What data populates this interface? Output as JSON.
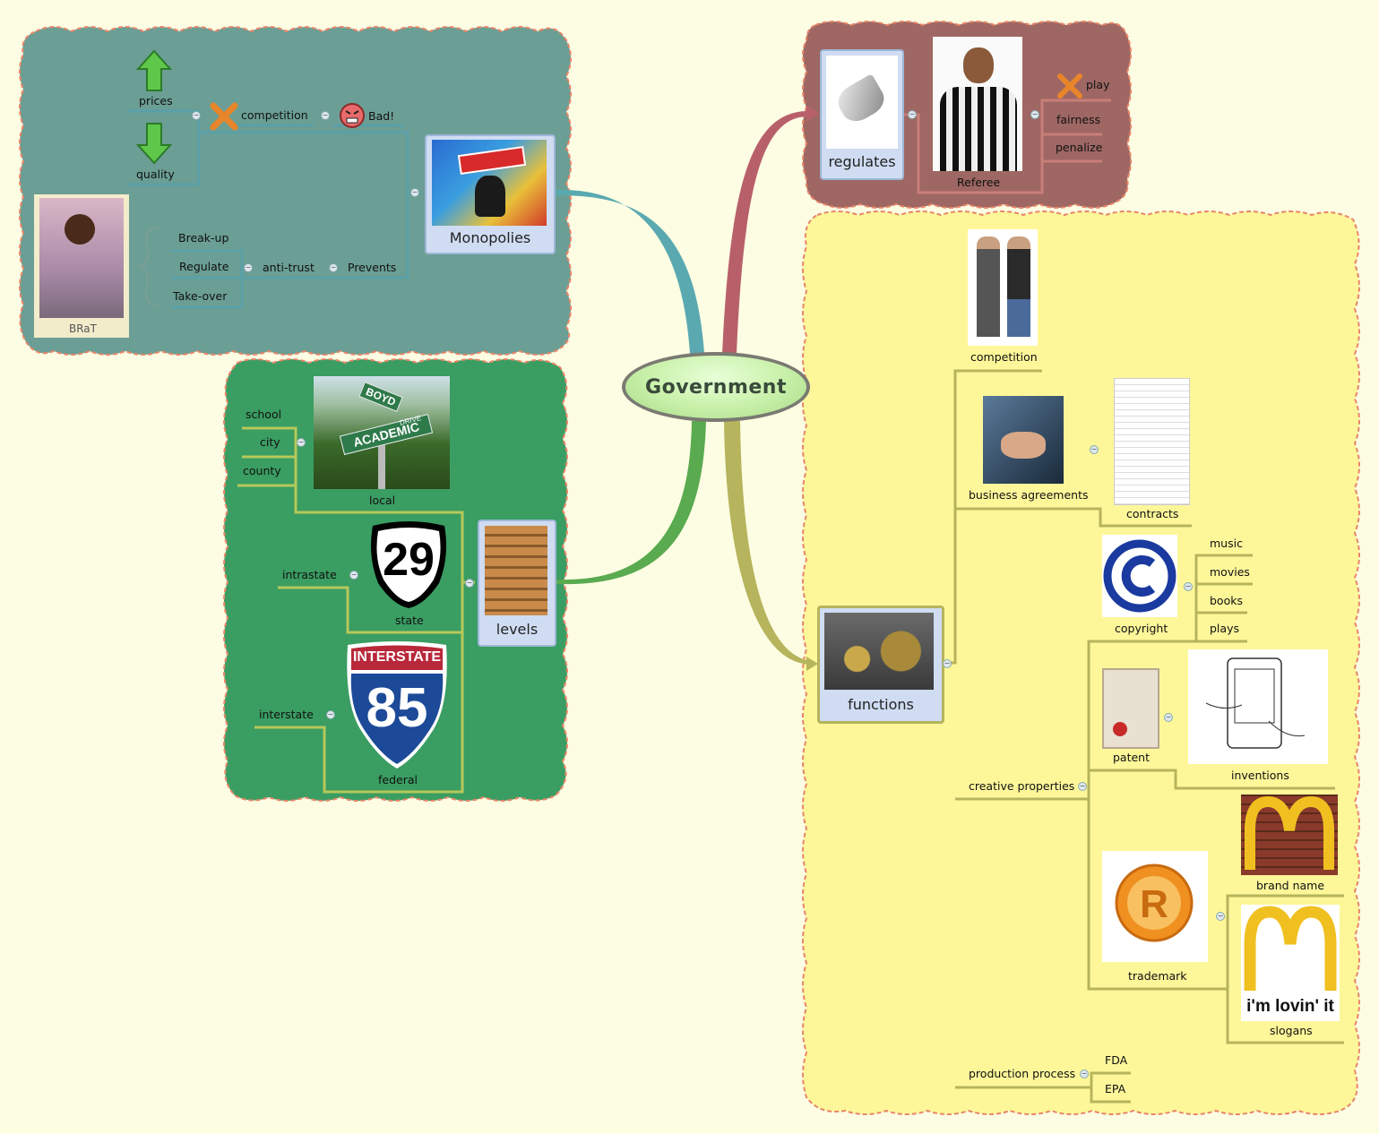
{
  "central_topic": "Government",
  "colors": {
    "monopolies_boundary": "#6b9e94",
    "levels_boundary": "#3a9d62",
    "regulates_boundary": "#9e6763",
    "functions_boundary": "#fdf79a",
    "boundary_border": "#e8866a",
    "branch_monopolies": "#5aa9b0",
    "branch_levels": "#5aaa50",
    "branch_regulates": "#b8606a",
    "branch_functions": "#b6b45c",
    "topic_card": "#cfdcf2"
  },
  "monopolies": {
    "label": "Monopolies",
    "prices": "prices",
    "quality": "quality",
    "competition": "competition",
    "bad": "Bad!",
    "prevents": "Prevents",
    "anti_trust": "anti-trust",
    "break_up": "Break-up",
    "regulate": "Regulate",
    "take_over": "Take-over",
    "brat": "BRaT",
    "icons": [
      "arrow-up-icon",
      "arrow-down-icon",
      "cross-icon",
      "angry-face-icon"
    ]
  },
  "levels": {
    "label": "levels",
    "local": "local",
    "school": "school",
    "city": "city",
    "county": "county",
    "state": "state",
    "intrastate": "intrastate",
    "federal": "federal",
    "interstate": "interstate",
    "sign_academic": "ACADEMIC",
    "sign_boyd": "BOYD",
    "sign_drive": "DRIVE",
    "route_29": "29",
    "interstate_sign": "INTERSTATE",
    "route_85": "85"
  },
  "regulates": {
    "label": "regulates",
    "referee": "Referee",
    "play": "play",
    "fairness": "fairness",
    "penalize": "penalize"
  },
  "functions": {
    "label": "functions",
    "competition": "competition",
    "business_agreements": "business agreements",
    "contracts": "contracts",
    "creative_properties": "creative properties",
    "copyright": "copyright",
    "music": "music",
    "movies": "movies",
    "books": "books",
    "plays": "plays",
    "patent": "patent",
    "inventions": "inventions",
    "trademark": "trademark",
    "brand_name": "brand name",
    "slogans": "slogans",
    "slogan_text": "i'm lovin' it",
    "production_process": "production process",
    "fda": "FDA",
    "epa": "EPA"
  }
}
